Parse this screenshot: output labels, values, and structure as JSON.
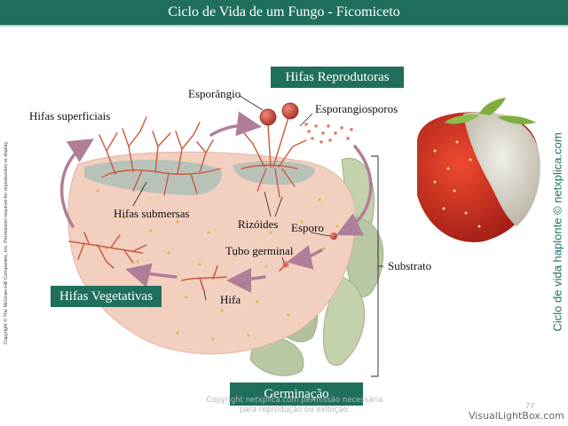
{
  "title": "Ciclo de Vida de um Fungo - Ficomiceto",
  "labels": {
    "hifas_superficiais": "Hifas superficiais",
    "esporangio": "Esporângio",
    "esporangiosporos": "Esporangiosporos",
    "hifas_submersas": "Hifas submersas",
    "rizoides": "Rizóides",
    "esporo": "Esporo",
    "tubo_germinal": "Tubo germinal",
    "hifa": "Hifa",
    "substrato": "Substrato"
  },
  "boxes": {
    "hifas_reprodutoras": "Hifas Reprodutoras",
    "hifas_vegetativas": "Hifas Vegetativas",
    "germinacao": "Germinação"
  },
  "side_caption": "Ciclo de vida haplonte © netxplica.com",
  "credit": "Copyright © The McGraw-Hill Companies, Inc. Permission required for reproduction or display.",
  "watermark": "Copyright netxplica.com permissão necessária para reprodução ou exibição.",
  "page_number": "77",
  "brand": "VisualLightBox.com",
  "colors": {
    "title_bar": "#1f6f5c",
    "strawberry_flesh": "#f3cfc0",
    "arrow": "#b07e97",
    "sporangium": "#c44b3a",
    "leaf": "#b9c8a4"
  }
}
